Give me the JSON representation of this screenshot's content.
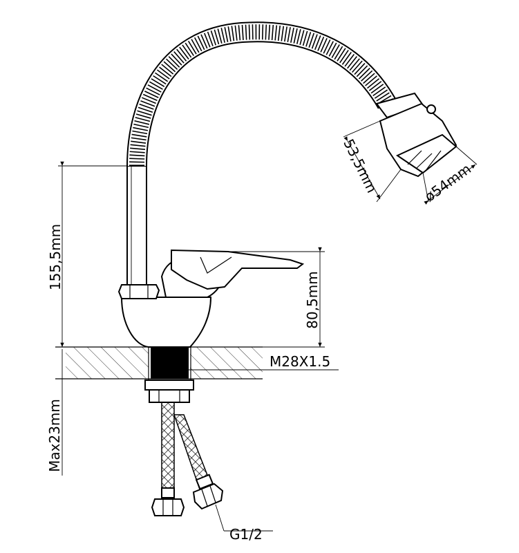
{
  "diagram": {
    "labels": {
      "hose_height": "155,5mm",
      "handle_height": "80,5mm",
      "max_thickness": "Max23mm",
      "thread": "M28X1.5",
      "connection": "G1/2",
      "head_length": "53,5mm",
      "head_diameter": "ø54mm"
    },
    "colors": {
      "line": "#000000",
      "background": "#ffffff",
      "thread_fill": "#000000"
    }
  }
}
